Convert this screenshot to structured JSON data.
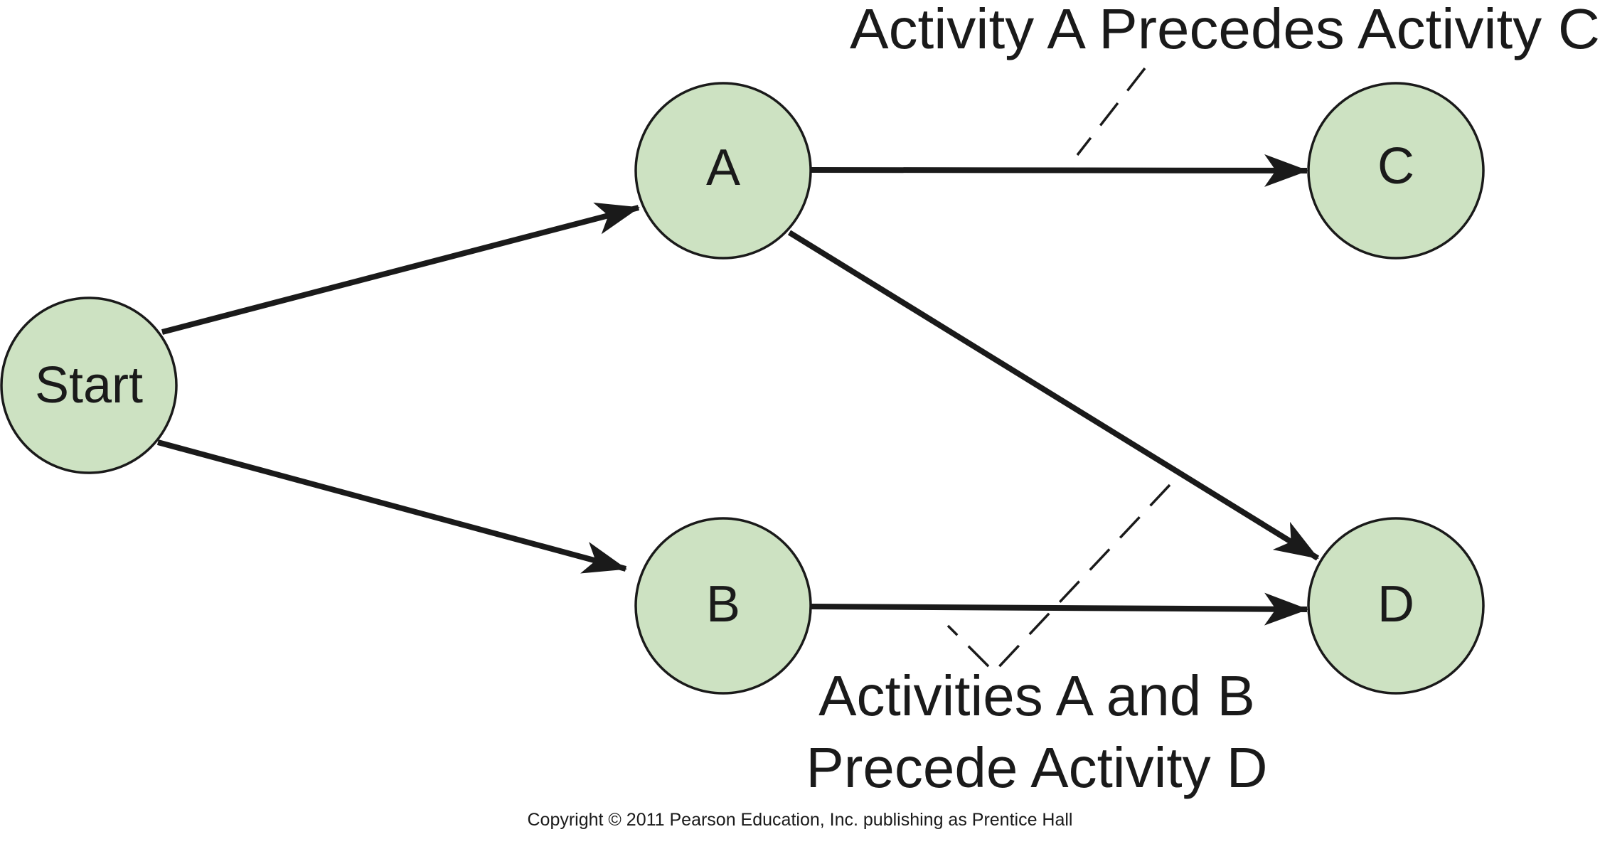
{
  "colors": {
    "node_fill": "#cde2c2",
    "stroke": "#1a1a1a",
    "background": "#ffffff"
  },
  "nodes": [
    {
      "id": "start",
      "label": "Start"
    },
    {
      "id": "a",
      "label": "A"
    },
    {
      "id": "b",
      "label": "B"
    },
    {
      "id": "c",
      "label": "C"
    },
    {
      "id": "d",
      "label": "D"
    }
  ],
  "edges": [
    {
      "from": "start",
      "to": "a"
    },
    {
      "from": "start",
      "to": "b"
    },
    {
      "from": "a",
      "to": "c"
    },
    {
      "from": "a",
      "to": "d"
    },
    {
      "from": "b",
      "to": "d"
    }
  ],
  "annotations": {
    "a_precedes_c": "Activity A Precedes Activity C",
    "ab_precede_d_line1": "Activities A and B",
    "ab_precede_d_line2": "Precede Activity D"
  },
  "copyright": "Copyright © 2011 Pearson Education, Inc. publishing as Prentice Hall"
}
